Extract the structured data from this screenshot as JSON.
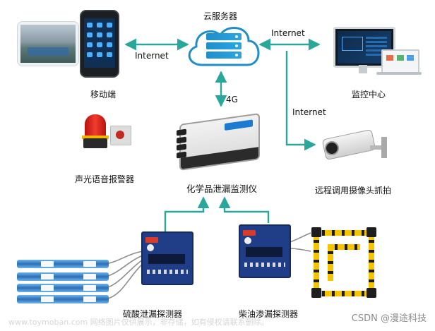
{
  "labels": {
    "cloud_server": "云服务器",
    "mobile": "移动端",
    "monitor_center": "监控中心",
    "alarm": "声光语音报警器",
    "monitor_device": "化学品泄漏监测仪",
    "camera": "远程调用摄像头抓拍",
    "acid_detector": "硫酸泄漏探测器",
    "oil_detector": "柴油渗漏探测器"
  },
  "links": {
    "internet_left": "Internet",
    "internet_right": "Internet",
    "internet_camera": "Internet",
    "network_4g": "4G"
  },
  "footer": {
    "watermark": "www.toymoban.com 网络图片仅供展示，非存储，如有侵权请联系删除。",
    "csdn": "CSDN @漫途科技"
  },
  "colors": {
    "arrow": "#2aa79b",
    "cloud": "#1f8ec9"
  }
}
